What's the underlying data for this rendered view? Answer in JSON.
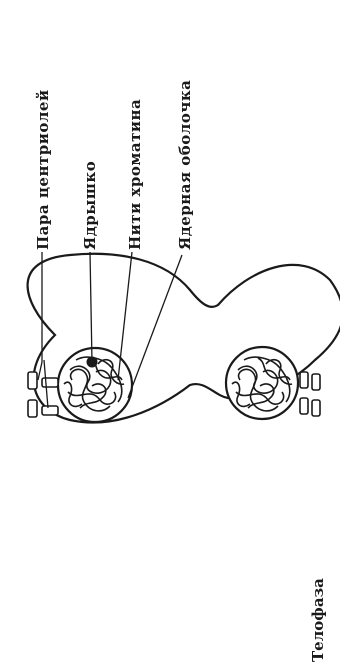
{
  "figure": {
    "stage_label": "Телофаза",
    "labels": {
      "centriole_pair": "Пара центриолей",
      "nucleolus": "Ядрышко",
      "chromatin_threads": "Нити хроматина",
      "nuclear_envelope": "Ядерная оболочка"
    }
  }
}
